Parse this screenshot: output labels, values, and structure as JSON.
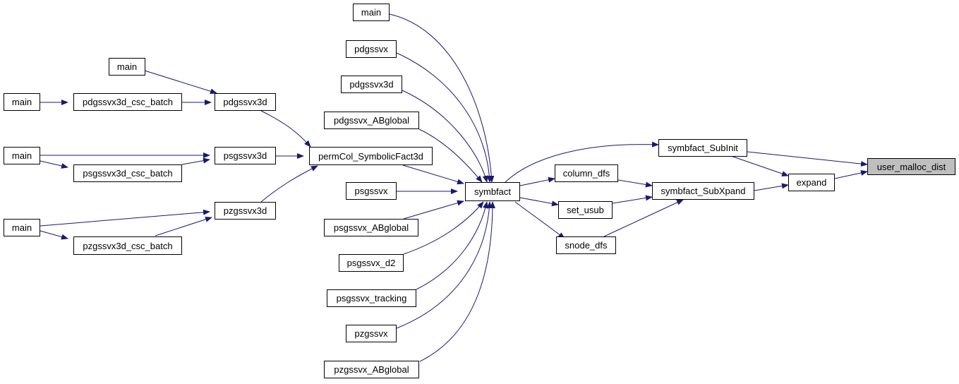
{
  "colors": {
    "edge": "#191970",
    "node_border": "#000000",
    "focus_fill": "#bfbfbf"
  },
  "nodes": {
    "user_malloc_dist": "user_malloc_dist",
    "symbfact_SubInit": "symbfact_SubInit",
    "expand": "expand",
    "symbfact_SubXpand": "symbfact_SubXpand",
    "column_dfs": "column_dfs",
    "set_usub": "set_usub",
    "snode_dfs": "snode_dfs",
    "symbfact": "symbfact",
    "main_top": "main",
    "pdgssvx": "pdgssvx",
    "pdgssvx3d_mid": "pdgssvx3d",
    "pdgssvx_ABglobal": "pdgssvx_ABglobal",
    "permCol_SymbolicFact3d": "permCol_SymbolicFact3d",
    "psgssvx": "psgssvx",
    "psgssvx_ABglobal": "psgssvx_ABglobal",
    "psgssvx_d2": "psgssvx_d2",
    "psgssvx_tracking": "psgssvx_tracking",
    "pzgssvx": "pzgssvx",
    "pzgssvx_ABglobal": "pzgssvx_ABglobal",
    "main_a": "main",
    "pdgssvx3d_left": "pdgssvx3d",
    "psgssvx3d": "psgssvx3d",
    "pzgssvx3d": "pzgssvx3d",
    "main_b": "main",
    "pdgssvx3d_csc_batch": "pdgssvx3d_csc_batch",
    "main_c": "main",
    "psgssvx3d_csc_batch": "psgssvx3d_csc_batch",
    "main_d": "main",
    "pzgssvx3d_csc_batch": "pzgssvx3d_csc_batch"
  }
}
